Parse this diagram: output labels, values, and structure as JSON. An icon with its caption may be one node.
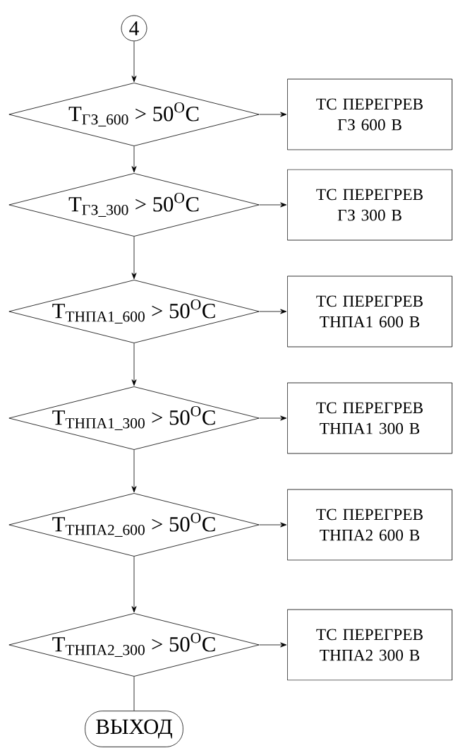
{
  "diagram": {
    "nodes": [
      {
        "text": [
          "4"
        ]
      },
      {
        "text": [
          "T$_{ГЗ_600}$ > 50$^{O}$C"
        ]
      },
      {
        "text": [
          "ТС ПЕРЕГРЕВ ГЗ 600 В"
        ]
      },
      {
        "text": [
          "T$_{ГЗ_300}$ > 50$^{O}$C"
        ]
      },
      {
        "text": [
          "ТС ПЕРЕГРЕВ ГЗ 300 В"
        ]
      },
      {
        "text": [
          "T$_{ТНПА1_600}$ > 50$^{O}$C"
        ]
      },
      {
        "text": [
          "ТС ПЕРЕГРЕВ ТНПА1 600 В"
        ]
      },
      {
        "text": [
          "T$_{ТНПА1_300}$ > 50$^{O}$C"
        ]
      },
      {
        "text": [
          "ТС ПЕРЕГРЕВ ТНПА1 300 В"
        ]
      },
      {
        "text": [
          "T$_{ТНПА2_600}$ > 50$^{O}$C"
        ]
      },
      {
        "text": [
          "ТС ПЕРЕГРЕВ ТНПА2 600 В"
        ]
      },
      {
        "text": [
          "T$_{ТНПА2_300}$ > 50$^{O}$C"
        ]
      },
      {
        "text": [
          "ТС ПЕРЕГРЕВ ТНПА2 300 В"
        ]
      },
      {
        "text": [
          "ВЫХОД"
        ]
      }
    ],
    "edges": [
      {
        "from": 0,
        "to": 1,
        "arrow": "to"
      },
      {
        "from": 1,
        "to": 2,
        "arrow": "to"
      },
      {
        "from": 1,
        "to": 3,
        "arrow": "to"
      },
      {
        "from": 3,
        "to": 4,
        "arrow": "to"
      },
      {
        "from": 3,
        "to": 5,
        "arrow": "to"
      },
      {
        "from": 5,
        "to": 6,
        "arrow": "to"
      },
      {
        "from": 5,
        "to": 7,
        "arrow": "to"
      },
      {
        "from": 7,
        "to": 8,
        "arrow": "to"
      },
      {
        "from": 7,
        "to": 9,
        "arrow": "to"
      },
      {
        "from": 9,
        "to": 10,
        "arrow": "to"
      },
      {
        "from": 9,
        "to": 11,
        "arrow": "to"
      },
      {
        "from": 11,
        "to": 12,
        "arrow": "to"
      },
      {
        "from": 11,
        "to": 13,
        "arrow": "none"
      }
    ]
  }
}
